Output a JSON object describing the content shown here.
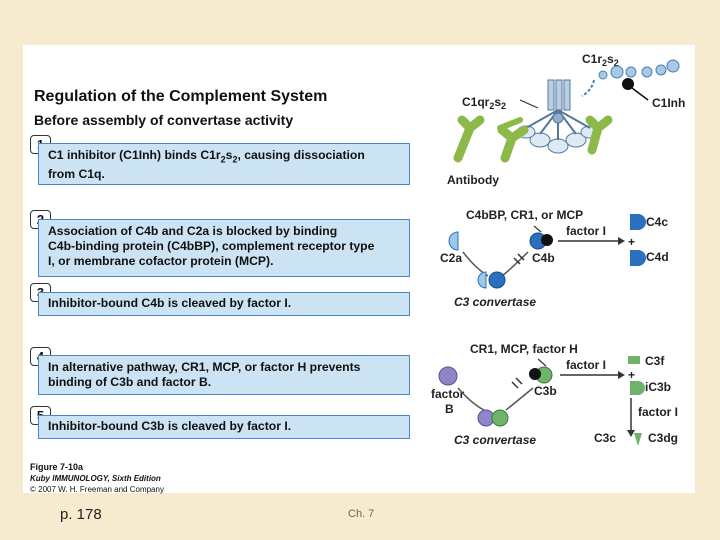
{
  "title": "Regulation of the Complement System",
  "subtitle": "Before assembly of convertase activity",
  "steps": [
    {
      "num": "1",
      "line1": "C1 inhibitor (C1Inh) binds C1r",
      "line2": "from C1q."
    },
    {
      "num": "2",
      "line1": "Association of C4b and C2a is blocked by binding",
      "line2": "C4b-binding protein (C4bBP), complement receptor type",
      "line3": "I, or membrane cofactor protein (MCP)."
    },
    {
      "num": "3",
      "line1": "Inhibitor-bound C4b is cleaved by factor I."
    },
    {
      "num": "4",
      "line1": "In alternative pathway, CR1, MCP, or factor H prevents",
      "line2": "binding of C3b and factor B."
    },
    {
      "num": "5",
      "line1": "Inhibitor-bound C3b is cleaved by factor I."
    }
  ],
  "step1_tail": "s",
  "step1_suffix": ", causing dissociation",
  "diagram": {
    "c1r2s2": "C1r",
    "c1qr2s2": "C1qr",
    "c1inh": "C1Inh",
    "antibody": "Antibody",
    "c4bbp_row": "C4bBP, CR1, or MCP",
    "factor_i": "factor I",
    "c4c": "C4c",
    "c4d": "C4d",
    "c2a": "C2a",
    "c4b": "C4b",
    "c3_convertase": "C3 convertase",
    "cr1_row": "CR1, MCP, factor H",
    "c3f": "C3f",
    "ic3b": "iC3b",
    "factor_b_1": "factor",
    "factor_b_2": "B",
    "c3b": "C3b",
    "c3c": "C3c",
    "c3dg": "C3dg",
    "plus": "+",
    "sub2": "2",
    "subs": "s"
  },
  "caption": {
    "fig": "Figure 7-10a",
    "book": "Kuby IMMUNOLOGY, Sixth Edition",
    "copyright": "© 2007 W. H. Freeman and Company"
  },
  "footer": {
    "page": "p. 178",
    "chapter": "Ch. 7"
  },
  "colors": {
    "box_fill": "#cbe3f2",
    "box_border": "#4b86c4",
    "antibody": "#8db84a",
    "c4b": "#2b6fc0",
    "c2a": "#9ec8e8",
    "c3b": "#6db36a",
    "factor_b": "#8f86c8"
  }
}
